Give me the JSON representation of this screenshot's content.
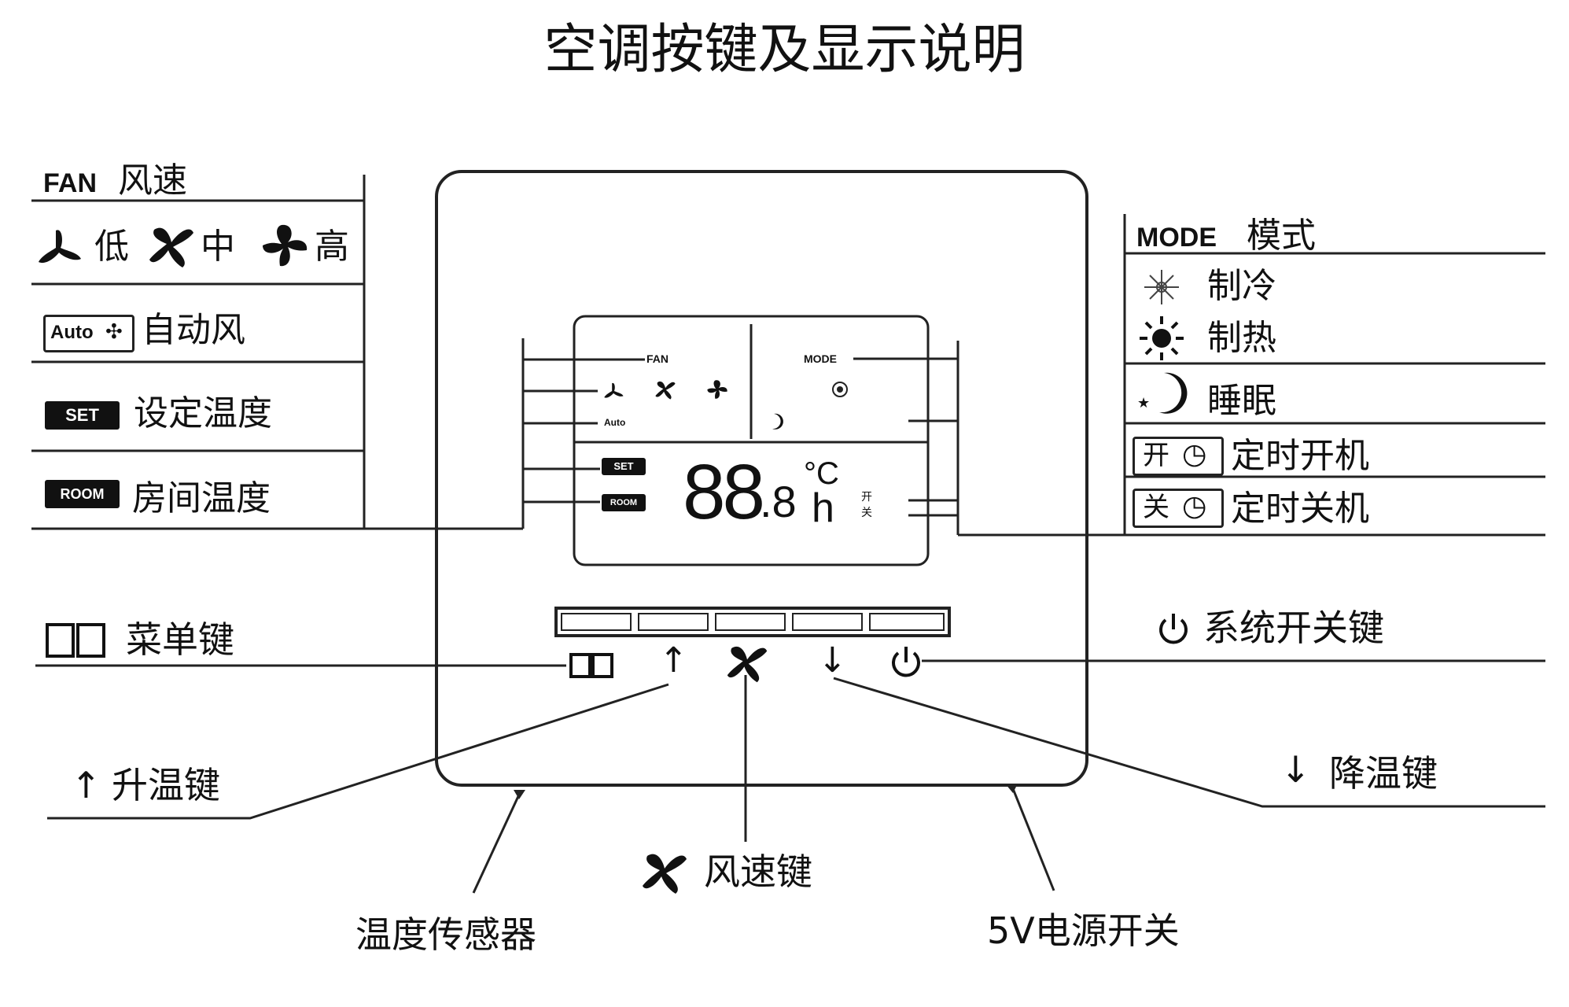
{
  "title": "空调按键及显示说明",
  "left_panel": {
    "fan_header": {
      "en": "FAN",
      "zh": "风速"
    },
    "fan_speeds": [
      {
        "label": "低",
        "icon": "fan-low-icon"
      },
      {
        "label": "中",
        "icon": "fan-mid-icon"
      },
      {
        "label": "高",
        "icon": "fan-high-icon"
      }
    ],
    "auto": {
      "badge": "Auto",
      "label": "自动风"
    },
    "set": {
      "badge": "SET",
      "label": "设定温度"
    },
    "room": {
      "badge": "ROOM",
      "label": "房间温度"
    }
  },
  "right_panel": {
    "mode_header": {
      "en": "MODE",
      "zh": "模式"
    },
    "cool": "制冷",
    "heat": "制热",
    "sleep": "睡眠",
    "timer_on": {
      "badge": "开",
      "label": "定时开机"
    },
    "timer_off": {
      "badge": "关",
      "label": "定时关机"
    }
  },
  "lcd": {
    "fan": "FAN",
    "mode": "MODE",
    "auto": "Auto",
    "set": "SET",
    "room": "ROOM",
    "digits": "88",
    "decimal": ".8",
    "unit_c": "°C",
    "unit_h": "h",
    "timer_on": "开",
    "timer_off": "关"
  },
  "buttons": {
    "menu": "菜单键",
    "up": "升温键",
    "down": "降温键",
    "fan": "风速键",
    "power": "系统开关键",
    "sensor": "温度传感器",
    "power_switch": "5V电源开关"
  },
  "glyphs": {
    "up": "↑",
    "down": "↓",
    "power": "⏻"
  }
}
